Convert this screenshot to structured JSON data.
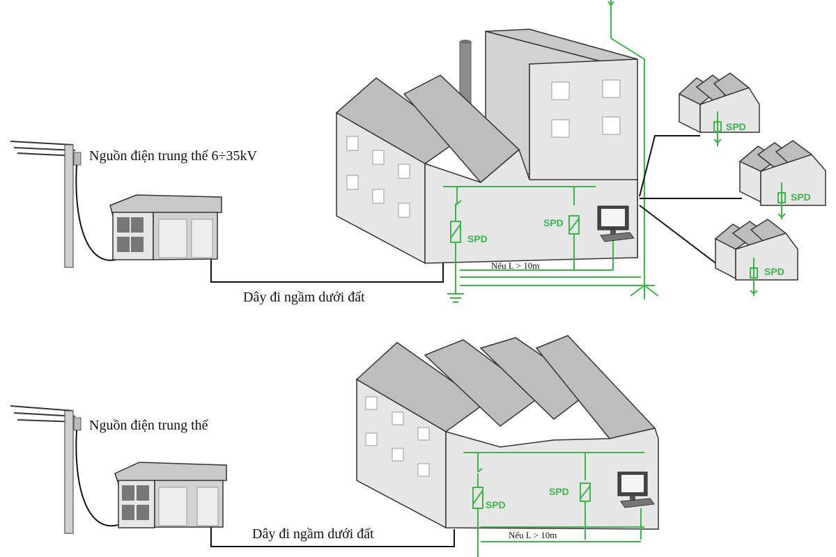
{
  "top": {
    "power_label": "Nguồn điện trung thế 6÷35kV",
    "cable_label": "Dây đi ngầm dưới đất",
    "distance_label": "Nếu L > 10m",
    "spd_labels": [
      "SPD",
      "SPD",
      "SPD",
      "SPD",
      "SPD"
    ]
  },
  "bottom": {
    "power_label": "Nguồn điện trung thế",
    "cable_label": "Dây đi ngầm dưới đất",
    "distance_label": "Nếu L > 10m",
    "spd_labels": [
      "SPD",
      "SPD"
    ]
  },
  "colors": {
    "ground_wire": "#39b54a",
    "cable": "#111111",
    "building_wall": "#e6e6e6",
    "roof": "#bdbdbd"
  }
}
